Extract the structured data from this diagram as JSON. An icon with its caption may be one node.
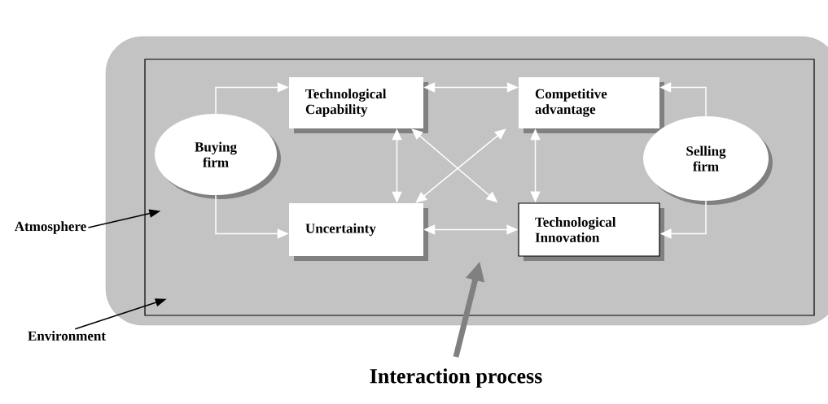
{
  "diagram": {
    "nodes": [
      {
        "text": [],
        "shape": "box"
      },
      {
        "text": [],
        "shape": "box",
        "in": 0
      },
      {
        "text": [
          "Buying firm"
        ],
        "in": 1
      },
      {
        "text": [
          "Technological Capability"
        ],
        "in": 1
      },
      {
        "text": [
          "Competitive advantage"
        ],
        "in": 1
      },
      {
        "text": [
          "Selling firm"
        ],
        "in": 1
      },
      {
        "text": [
          "Uncertainty"
        ],
        "in": 1
      },
      {
        "text": [
          "Technological Innovation"
        ],
        "in": 1
      },
      {
        "text": [
          "Atmosphere"
        ]
      },
      {
        "text": [
          "Environment"
        ]
      },
      {
        "text": [
          "Interaction process"
        ]
      }
    ],
    "edges": [
      {
        "from": 2,
        "to": 3,
        "arrow": "to"
      },
      {
        "from": 2,
        "to": 6,
        "arrow": "to"
      },
      {
        "from": 5,
        "to": 4,
        "arrow": "to"
      },
      {
        "from": 5,
        "to": 7,
        "arrow": "to"
      },
      {
        "from": 3,
        "to": 4,
        "arrow": "both"
      },
      {
        "from": 3,
        "to": 6,
        "arrow": "both"
      },
      {
        "from": 4,
        "to": 7,
        "arrow": "both"
      },
      {
        "from": 6,
        "to": 7,
        "arrow": "both"
      },
      {
        "from": 3,
        "to": 7,
        "arrow": "both"
      },
      {
        "from": 6,
        "to": 4,
        "arrow": "both"
      },
      {
        "from": 8,
        "to": 1,
        "arrow": "to",
        "color": "#000000"
      },
      {
        "from": 9,
        "to": 0,
        "arrow": "to",
        "color": "#000000"
      },
      {
        "from": 10,
        "to": 1,
        "arrow": "to",
        "style": "thick",
        "color": "#808080"
      }
    ]
  }
}
